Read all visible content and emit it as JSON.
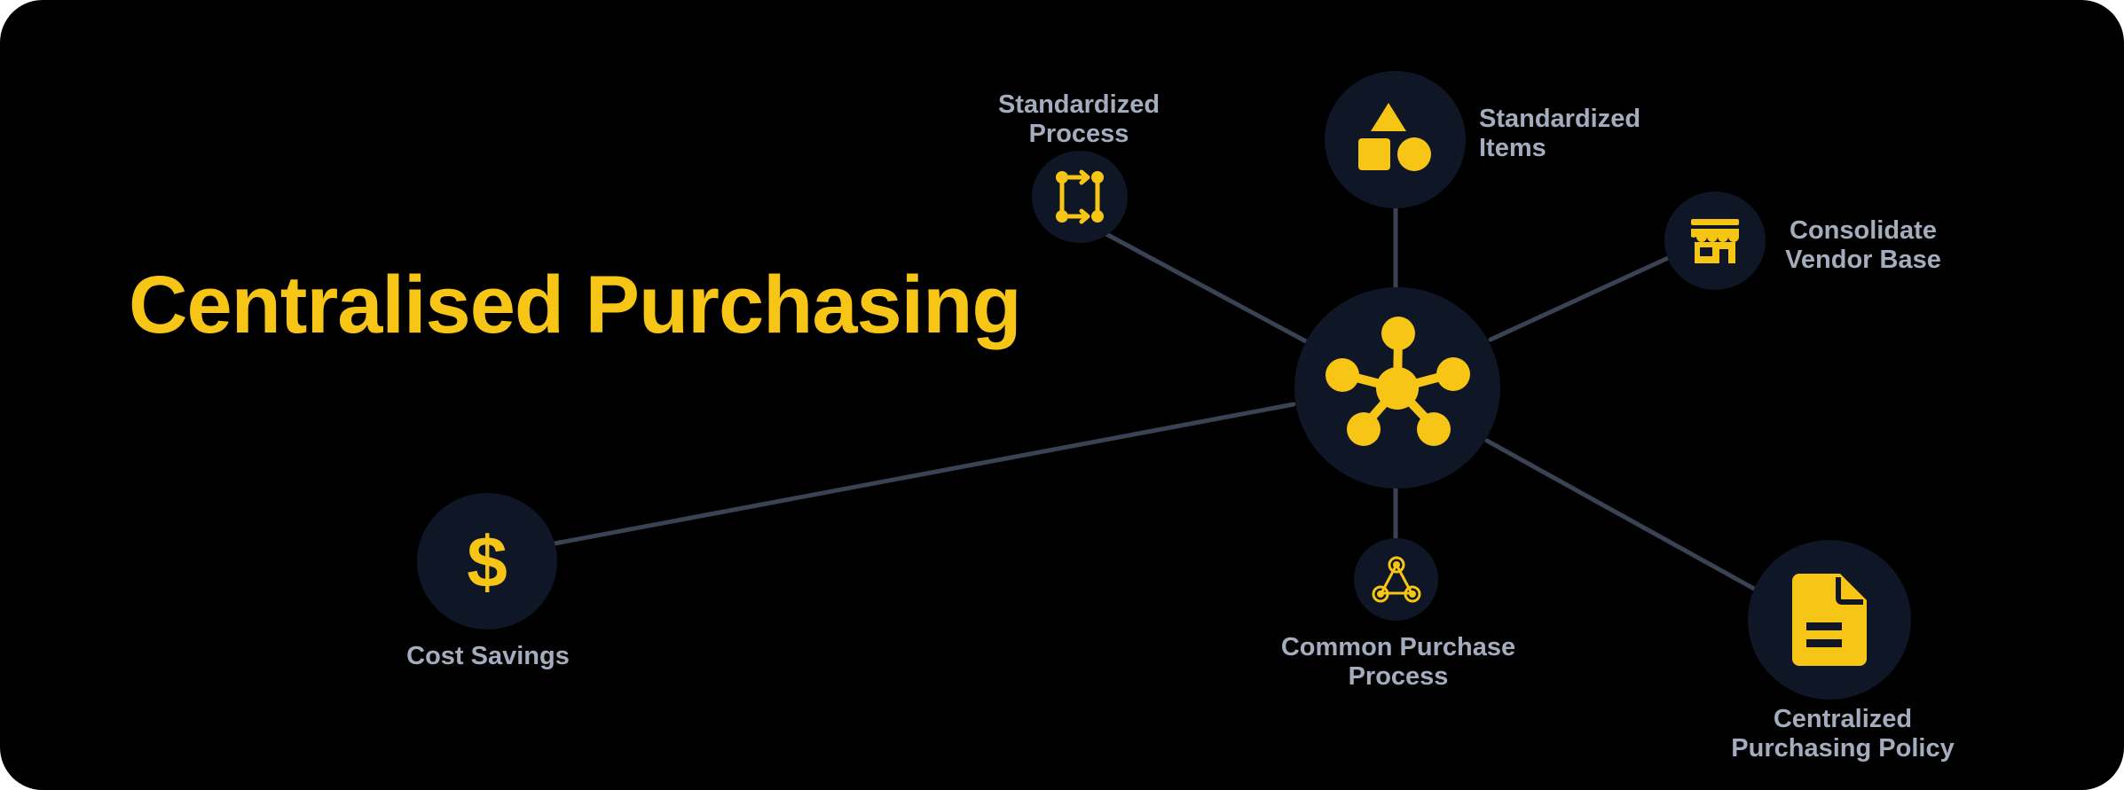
{
  "title": "Centralised Purchasing",
  "colors": {
    "background": "#000000",
    "accent": "#F7C516",
    "node": "#0F1626",
    "link": "#3A4354",
    "label": "#A4ADBD"
  },
  "center": {
    "icon": "hub-network-icon"
  },
  "nodes": [
    {
      "id": "standardized-process",
      "label": "Standardized\nProcess",
      "icon": "process-flow-icon"
    },
    {
      "id": "standardized-items",
      "label": "Standardized\nItems",
      "icon": "shapes-icon"
    },
    {
      "id": "consolidate-vendor-base",
      "label": "Consolidate\nVendor Base",
      "icon": "storefront-icon"
    },
    {
      "id": "cost-savings",
      "label": "Cost Savings",
      "icon": "dollar-icon"
    },
    {
      "id": "common-purchase-process",
      "label": "Common Purchase\nProcess",
      "icon": "triangle-nodes-icon"
    },
    {
      "id": "centralized-purchasing-policy",
      "label": "Centralized\nPurchasing Policy",
      "icon": "document-icon"
    }
  ]
}
